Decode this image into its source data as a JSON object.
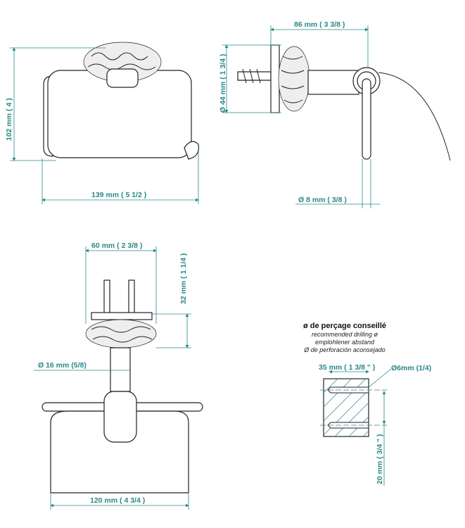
{
  "front_view": {
    "height_dim": "102 mm ( 4 )",
    "width_dim": "139 mm ( 5 1/2 )"
  },
  "side_view": {
    "depth_dim": "86 mm ( 3 3/8 )",
    "rosette_dim": "Ø 44 mm ( 1 3/4 )",
    "bar_dim": "Ø 8 mm ( 3/8 )"
  },
  "top_view": {
    "plate_dim": "60 mm ( 2 3/8 )",
    "depth_dim": "32 mm ( 1 1/4 )",
    "stem_dim": "Ø 16 mm (5/8)",
    "width_dim": "120 mm ( 4 3/4 )"
  },
  "drilling": {
    "title": "ø de perçage conseillé",
    "line_en": "recommended drilling ø",
    "line_de": "emplohlener abstand",
    "line_es": "Ø de perforación aconsejado",
    "spacing_dim": "35 mm ( 1 3/8 \" )",
    "hole_dim": "Ø6mm (1/4)",
    "depth_dim": "20 mm ( 3/4 \" )"
  },
  "colors": {
    "dimension": "#2a8787",
    "outline": "#222222"
  }
}
